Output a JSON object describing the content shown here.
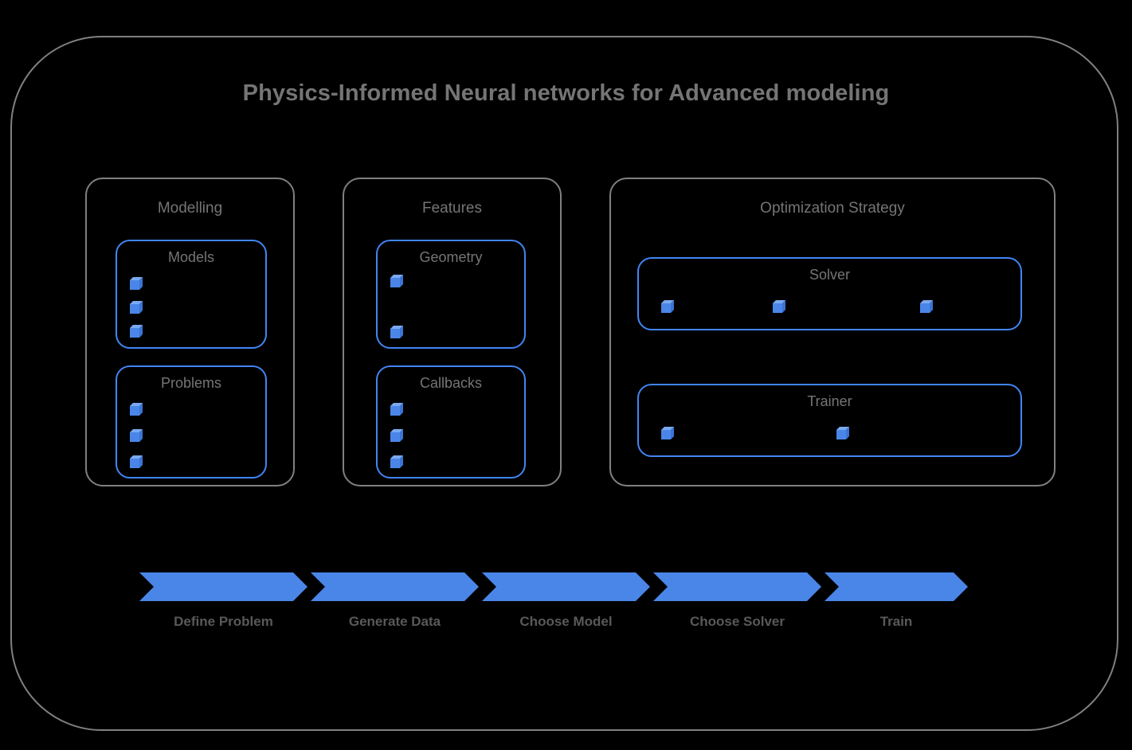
{
  "diagram": {
    "title": "Physics-Informed Neural networks for Advanced modeling",
    "colors": {
      "background": "#000000",
      "frame_border": "#808080",
      "accent_blue": "#4285f4",
      "arrow_blue": "#4a86e8",
      "text_gray": "#757575",
      "label_gray": "#595959"
    }
  },
  "groups": [
    {
      "title": "Modelling",
      "boxes": [
        {
          "title": "Models",
          "bullet_count": 3
        },
        {
          "title": "Problems",
          "bullet_count": 3
        }
      ]
    },
    {
      "title": "Features",
      "boxes": [
        {
          "title": "Geometry",
          "bullet_count": 2
        },
        {
          "title": "Callbacks",
          "bullet_count": 3
        }
      ]
    },
    {
      "title": "Optimization Strategy",
      "boxes": [
        {
          "title": "Solver",
          "bullet_count": 3
        },
        {
          "title": "Trainer",
          "bullet_count": 2
        }
      ]
    }
  ],
  "bullet_icon_name": "blue-cube-bullet-icon",
  "pipeline": {
    "steps": [
      {
        "label": "Define Problem"
      },
      {
        "label": "Generate Data"
      },
      {
        "label": "Choose Model"
      },
      {
        "label": "Choose Solver"
      },
      {
        "label": "Train"
      }
    ]
  }
}
